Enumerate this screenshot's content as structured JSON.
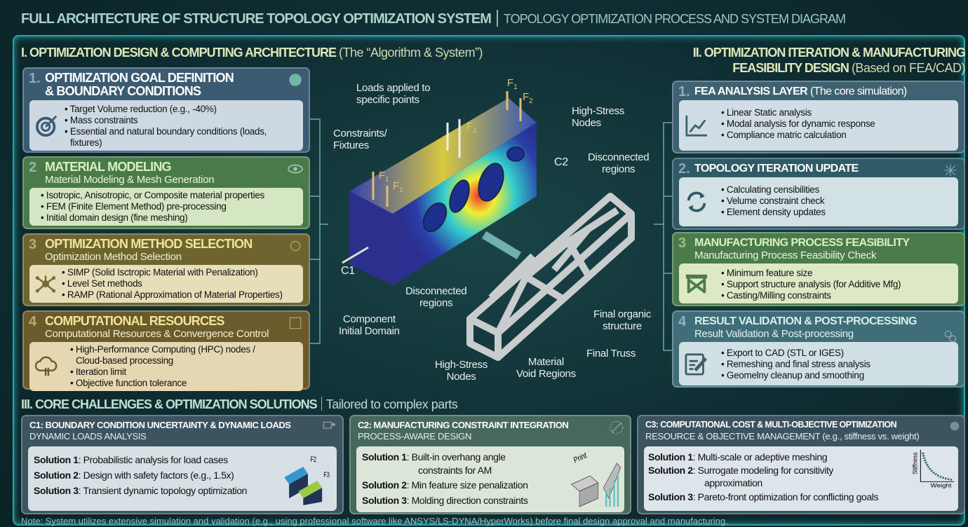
{
  "header": {
    "title": "FULL ARCHITECTURE OF STRUCTURE TOPOLOGY OPTIMIZATION SYSTEM",
    "subtitle": "TOPOLOGY OPTIMIZATION PROCESS AND SYSTEM DIAGRAM"
  },
  "section1": {
    "title": "I. OPTIMIZATION DESIGN & COMPUTING ARCHITECTURE",
    "paren": "(The “Algorithm & System”)",
    "boxes": [
      {
        "num": "1.",
        "title": "OPTIMIZATION GOAL DEFINITION",
        "title2": "& BOUNDARY CONDITIONS",
        "items": [
          "Target Volume reduction (e.g., -40%)",
          "Mass constraints",
          "Essential and natural boundary conditions (loads,",
          "fixtures)"
        ],
        "icon": "target-icon",
        "color": "#3b5b73"
      },
      {
        "num": "2",
        "title": "MATERIAL MODELING",
        "subtitle": "Material Modeling & Mesh Generation",
        "items": [
          "Isotropic, Anisotropic, or Composite material properties",
          "FEM (Finite Element Method) pre-processing",
          "Initial domain design (fine meshing)"
        ],
        "icon": "eye-icon",
        "color": "#4b7a4a"
      },
      {
        "num": "3",
        "title": "OPTIMIZATION METHOD SELECTION",
        "subtitle": "Optimization Method Selection",
        "items": [
          "SIMP (Solid Isctropic Material with Penalization)",
          "Level Set methods",
          "RAMP (Rational Approximation of Material Properties)"
        ],
        "icon": "network-icon",
        "color": "#6d6430"
      },
      {
        "num": "4",
        "title": "COMPUTATIONAL RESOURCES",
        "subtitle": "Computational Resources & Convergence Control",
        "items": [
          "High-Performance Computing (HPC) nodes /",
          "Cloud-based processing",
          "Iteration limit",
          "Objective function tolerance"
        ],
        "icon": "cloud-icon",
        "color": "#6b5b2c"
      }
    ]
  },
  "section2": {
    "title": "II. OPTIMIZATION ITERATION & MANUFACTURING",
    "title2": "FEASIBILITY DESIGN",
    "paren": "(Based on FEA/CAD)",
    "boxes": [
      {
        "num": "1.",
        "title": "FEA ANALYSIS LAYER",
        "paren": "(The core simulation)",
        "items": [
          "Linear Static analysis",
          "Modal analysis for dynamic response",
          "Compliance matric calculation"
        ],
        "icon": "chart-line-icon",
        "color": "#3e6272"
      },
      {
        "num": "2.",
        "title": "TOPOLOGY ITERATION UPDATE",
        "items": [
          "Calculating censibilities",
          "Velume constraint check",
          "Element density updates"
        ],
        "icon": "refresh-icon",
        "color": "#2f5b66"
      },
      {
        "num": "3",
        "title": "MANUFACTURING PROCESS FEASIBILITY",
        "subtitle": "Manufacturing Process Feasibility Check",
        "items": [
          "Minimum feature size",
          "Support structure analysis (for Additive Mfg)",
          "Casting/Milling constraints"
        ],
        "icon": "truss-support-icon",
        "color": "#4b7b4b"
      },
      {
        "num": "4",
        "title": "RESULT VALIDATION & POST-PROCESSING",
        "subtitle": "Result Validation & Post-processing",
        "items": [
          "Export to CAD (STL or IGES)",
          "Remeshing and final stress analysis",
          "Geomelny cleanup and smoothing"
        ],
        "icon": "edit-document-icon",
        "color": "#3f6e78"
      }
    ]
  },
  "diagram": {
    "labels": {
      "loads": "Loads applied to\nspecific points",
      "constraints": "Constraints/\nFixtures",
      "high_stress_top": "High-Stress\nNodes",
      "disconnected_right": "Disconnected\nregions",
      "c2": "C2",
      "c1": "C1",
      "disconnected_mid": "Disconnected\nregions",
      "component": "Component\nInitial Domain",
      "final_organic": "Final organic\nstructure",
      "final_truss": "Final Truss",
      "high_stress_bottom": "High-Stress\nNodes",
      "material_void": "Material\nVoid Regions"
    },
    "forces": {
      "f1": "F",
      "f1_sub": "1",
      "f2": "F",
      "f2_sub": "2"
    }
  },
  "section3": {
    "title": "III. CORE CHALLENGES & OPTIMIZATION SOLUTIONS",
    "subtitle": "Tailored to complex parts",
    "cards": [
      {
        "title": "C1: BOUNDARY CONDITION UNCERTAINTY & DYNAMIC LOADS",
        "subtitle": "DYNAMIC LOADS ANALYSIS",
        "solutions": [
          {
            "label": "Solution 1",
            "text": ": Probabilistic analysis for load cases"
          },
          {
            "label": "Solution 2",
            "text": ": Design with safety factors (e.g., 1.5x)"
          },
          {
            "label": "Solution 3",
            "text": ": Transient dynamic topology optimization"
          }
        ],
        "fig_labels": [
          "F2",
          "F3"
        ]
      },
      {
        "title": "C2: MANUFACTURING CONSTRAINT INTEGRATION",
        "subtitle": "PROCESS-AWARE DESIGN",
        "solutions": [
          {
            "label": "Solution 1",
            "text": ": Built-in overhang angle",
            "text2": "constraints for AM"
          },
          {
            "label": "Solution 2",
            "text": ": Min feature size penalization"
          },
          {
            "label": "Solution 3",
            "text": ": Molding direction constraints"
          }
        ],
        "fig_labels": [
          "Print"
        ]
      },
      {
        "title": "C3: COMPUTATIONAL COST & MULTI-OBJECTIVE OPTIMIZATION",
        "subtitle": "RESOURCE & OBJECTIVE MANAGEMENT (e.g., stiffness vs. weight)",
        "solutions": [
          {
            "label": "Solution 1",
            "text": ": Multi-scale or adeptive meshing"
          },
          {
            "label": "Solution 2",
            "text": ": Surrogate modeling for consitivity",
            "text2": "approximation"
          },
          {
            "label": "Solution 3",
            "text": ": Pareto-front optimization for conflicting goals"
          }
        ],
        "fig_labels": [
          "Stiffness",
          "Weight"
        ]
      }
    ]
  },
  "note": "Note: System utilizes extensive simulation and validation (e.g., using professional software like ANSYS/LS-DYNA/HyperWorks) before final design approval and manufacturing."
}
